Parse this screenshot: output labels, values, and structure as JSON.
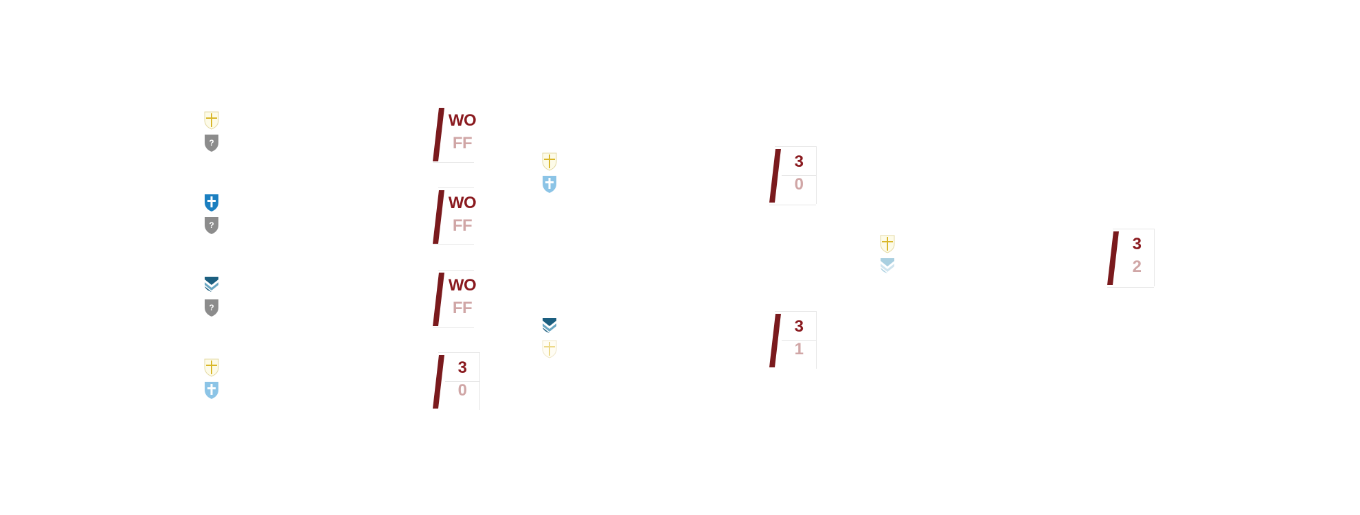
{
  "colors": {
    "accent": "#8a1a1f",
    "score_winner": "#8a1a1f",
    "score_loser": "#d0a6a6"
  },
  "rounds": [
    {
      "matches": [
        {
          "team1": {
            "crest": "yellow-cross-crest-icon",
            "score": "WO"
          },
          "team2": {
            "crest": "unknown-team-crest-icon",
            "score": "FF"
          }
        },
        {
          "team1": {
            "crest": "blue-cross-crest-icon",
            "score": "WO"
          },
          "team2": {
            "crest": "unknown-team-crest-icon",
            "score": "FF"
          }
        },
        {
          "team1": {
            "crest": "blue-chevron-crest-icon",
            "score": "WO"
          },
          "team2": {
            "crest": "unknown-team-crest-icon",
            "score": "FF"
          }
        },
        {
          "team1": {
            "crest": "yellow-cross-crest-icon",
            "score": "3"
          },
          "team2": {
            "crest": "light-blue-cross-crest-icon",
            "score": "0"
          }
        }
      ]
    },
    {
      "matches": [
        {
          "team1": {
            "crest": "yellow-cross-crest-icon",
            "score": "3"
          },
          "team2": {
            "crest": "light-blue-cross-crest-icon",
            "score": "0"
          }
        },
        {
          "team1": {
            "crest": "blue-chevron-crest-icon",
            "score": "3"
          },
          "team2": {
            "crest": "faded-yellow-cross-crest-icon",
            "score": "1"
          }
        }
      ]
    },
    {
      "matches": [
        {
          "team1": {
            "crest": "yellow-cross-crest-icon",
            "score": "3"
          },
          "team2": {
            "crest": "faded-blue-chevron-crest-icon",
            "score": "2"
          }
        }
      ]
    }
  ]
}
